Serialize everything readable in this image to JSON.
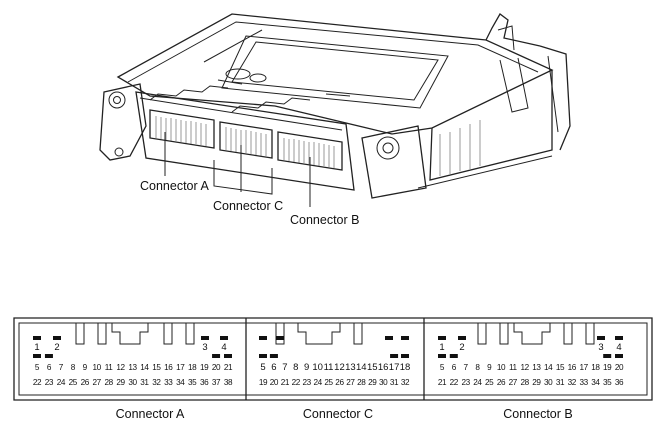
{
  "module_callouts": {
    "connector_a": "Connector A",
    "connector_c": "Connector C",
    "connector_b": "Connector B"
  },
  "connectors": [
    {
      "id": "A",
      "caption": "Connector A",
      "row1": [
        "1",
        "2",
        "3",
        "4"
      ],
      "row2": [
        "5",
        "6",
        "7",
        "8",
        "9",
        "10",
        "11",
        "12",
        "13",
        "14",
        "15",
        "16",
        "17",
        "18",
        "19",
        "20",
        "21"
      ],
      "row3": [
        "22",
        "23",
        "24",
        "25",
        "26",
        "27",
        "28",
        "29",
        "30",
        "31",
        "32",
        "33",
        "34",
        "35",
        "36",
        "37",
        "38"
      ]
    },
    {
      "id": "C",
      "caption": "Connector C",
      "row1": [],
      "row2": [
        "5",
        "6",
        "7",
        "8",
        "9",
        "10",
        "11",
        "12",
        "13",
        "14",
        "15",
        "16",
        "17",
        "18"
      ],
      "row3": [
        "19",
        "20",
        "21",
        "22",
        "23",
        "24",
        "25",
        "26",
        "27",
        "28",
        "29",
        "30",
        "31",
        "32"
      ]
    },
    {
      "id": "B",
      "caption": "Connector B",
      "row1": [
        "1",
        "2",
        "3",
        "4"
      ],
      "row2": [
        "5",
        "6",
        "7",
        "8",
        "9",
        "10",
        "11",
        "12",
        "13",
        "14",
        "15",
        "16",
        "17",
        "18",
        "19",
        "20"
      ],
      "row3": [
        "21",
        "22",
        "23",
        "24",
        "25",
        "26",
        "27",
        "28",
        "29",
        "30",
        "31",
        "32",
        "33",
        "34",
        "35",
        "36"
      ]
    }
  ]
}
